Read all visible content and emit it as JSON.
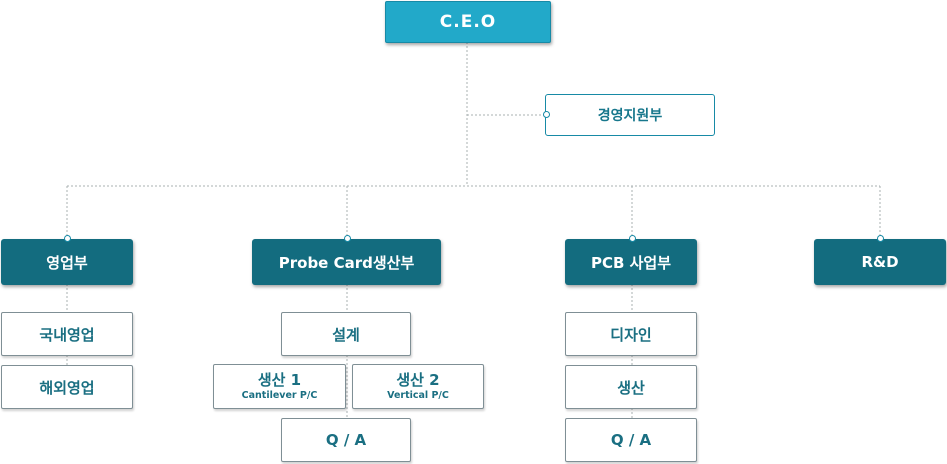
{
  "ceo": "C.E.O",
  "staff": "경영지원부",
  "departments": {
    "sales": "영업부",
    "probe": "Probe Card생산부",
    "pcb": "PCB 사업부",
    "rnd": "R&D"
  },
  "sales_units": [
    "국내영업",
    "해외영업"
  ],
  "probe_units": {
    "design": "설계",
    "prod1": {
      "label": "생산 1",
      "sub": "Cantilever P/C"
    },
    "prod2": {
      "label": "생산 2",
      "sub": "Vertical P/C"
    },
    "qa": "Q / A"
  },
  "pcb_units": [
    "디자인",
    "생산",
    "Q / A"
  ],
  "colors": {
    "ceo": "#22a9c9",
    "department": "#136c7f",
    "connector": "#9aa5a8"
  }
}
